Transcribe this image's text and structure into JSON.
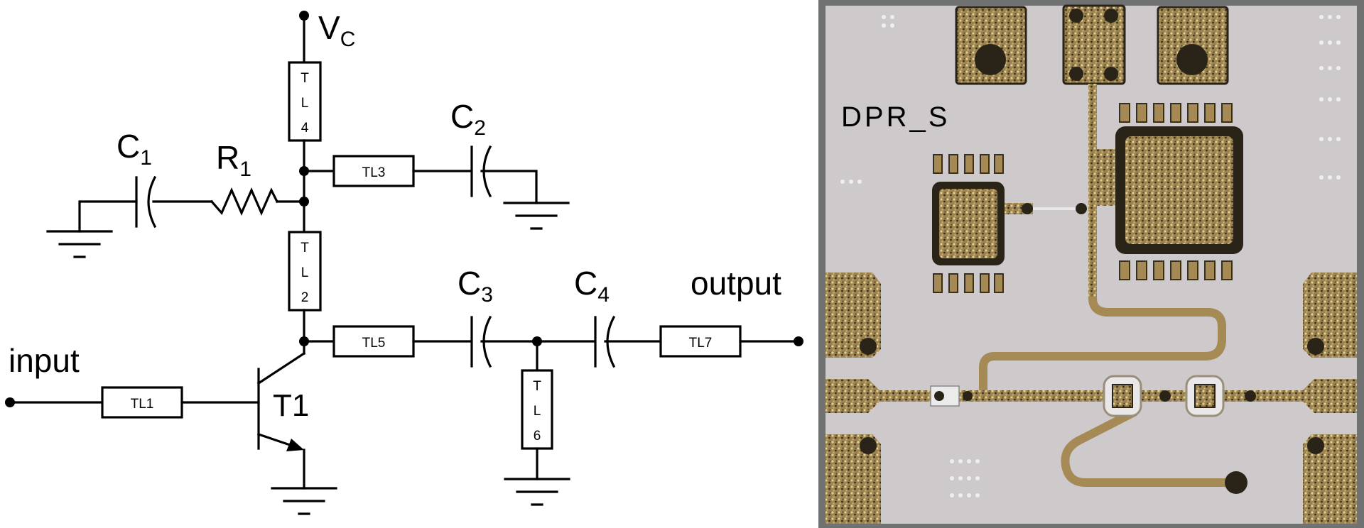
{
  "schematic": {
    "supply_label": "V",
    "supply_subscript": "C",
    "input_label": "input",
    "output_label": "output",
    "transistor_label": "T1",
    "resistors": [
      {
        "letter": "R",
        "sub": "1"
      }
    ],
    "capacitors": [
      {
        "letter": "C",
        "sub": "1"
      },
      {
        "letter": "C",
        "sub": "2"
      },
      {
        "letter": "C",
        "sub": "3"
      },
      {
        "letter": "C",
        "sub": "4"
      }
    ],
    "transmission_lines": {
      "tl1": "TL1",
      "tl3": "TL3",
      "tl5": "TL5",
      "tl7": "TL7",
      "tl2": [
        "T",
        "L",
        "2"
      ],
      "tl4": [
        "T",
        "L",
        "4"
      ],
      "tl6": [
        "T",
        "L",
        "6"
      ]
    }
  },
  "chip_photo": {
    "marking": "DPR_S",
    "colors": {
      "substrate": "#cbc6c7",
      "metal_gold": "#a68a55",
      "metal_dark": "#2a2418",
      "border": "#6f7270"
    }
  }
}
